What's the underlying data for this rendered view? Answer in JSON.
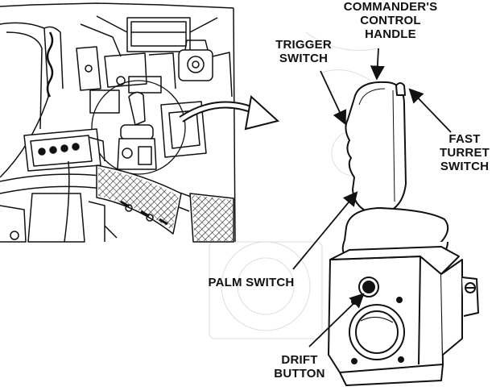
{
  "labels": {
    "commanders_control_handle": [
      "COMMANDER'S",
      "CONTROL",
      "HANDLE"
    ],
    "trigger_switch": [
      "TRIGGER",
      "SWITCH"
    ],
    "fast_turret_switch": [
      "FAST",
      "TURRET",
      "SWITCH"
    ],
    "palm_switch": [
      "PALM SWITCH"
    ],
    "drift_button": [
      "DRIFT",
      "BUTTON"
    ]
  },
  "colors": {
    "ink": "#111111",
    "paper": "#ffffff",
    "bleed_through": "#d2d2d2"
  }
}
